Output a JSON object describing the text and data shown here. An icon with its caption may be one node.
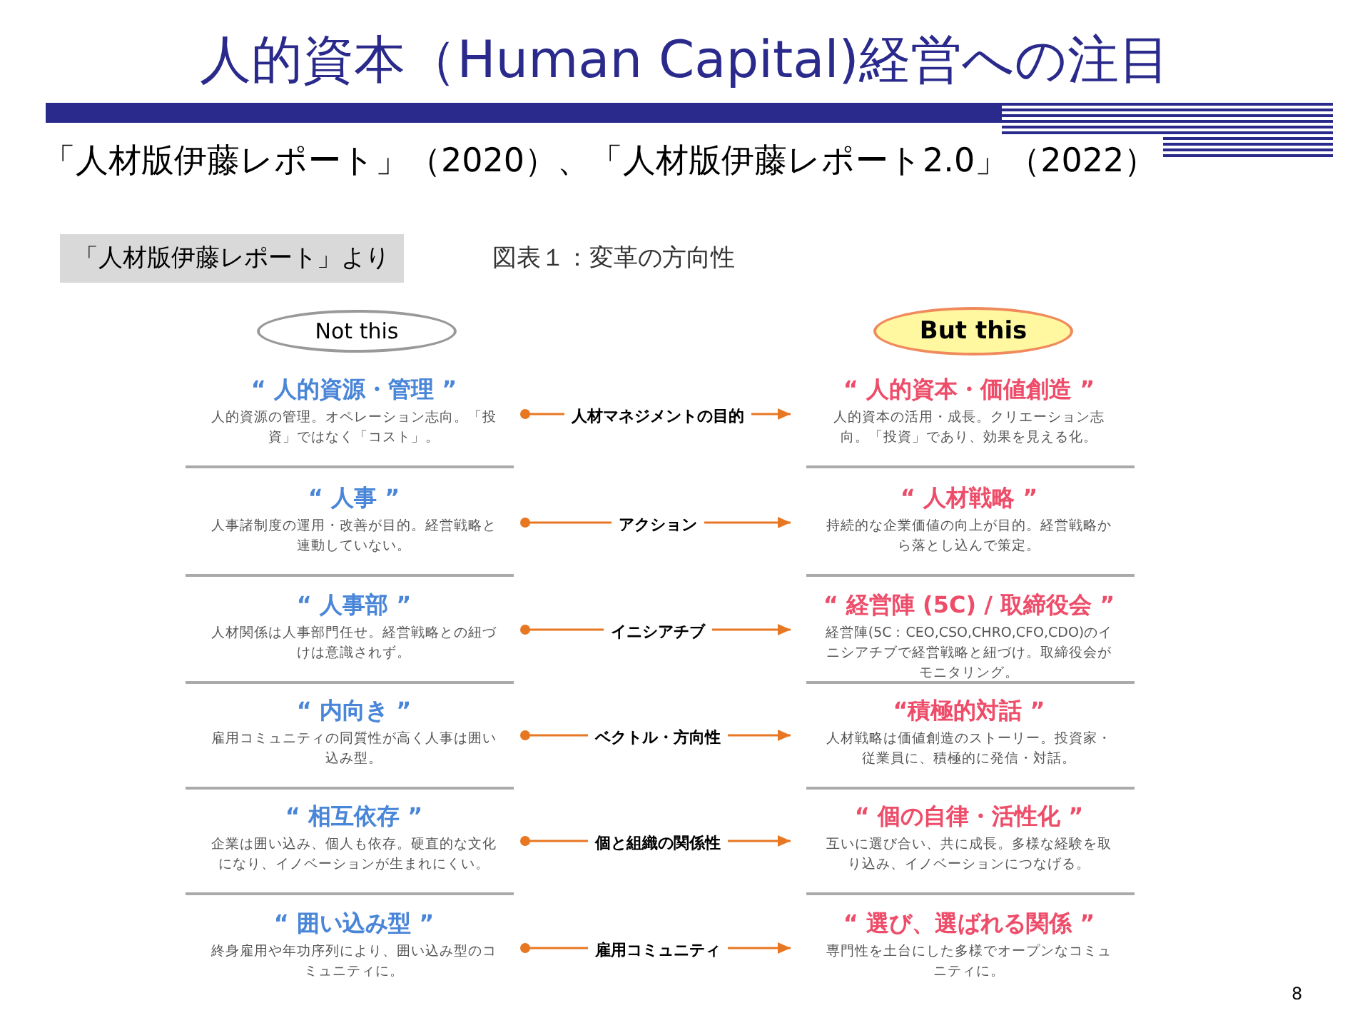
{
  "diagram": {
    "title": "人的資本（Human Capital)経営への注目",
    "nodes": [
      {
        "text": [
          "Not this"
        ]
      },
      {
        "text": [
          "But this"
        ]
      },
      {
        "text": [
          "“ 人的資源・管理 ”",
          "人的資源の管理。オペレーション志向。「投資」ではなく「コスト」。"
        ]
      },
      {
        "text": [
          "“ 人的資本・価値創造 ”",
          "人的資本の活用・成長。クリエーション志向。「投資」であり、効果を見える化。"
        ]
      },
      {
        "text": [
          "“ 人事 ”",
          "人事諸制度の運用・改善が目的。経営戦略と連動していない。"
        ]
      },
      {
        "text": [
          "“ 人材戦略 ”",
          "持続的な企業価値の向上が目的。経営戦略から落とし込んで策定。"
        ]
      },
      {
        "text": [
          "“ 人事部 ”",
          "人材関係は人事部門任せ。経営戦略との紐づけは意識されず。"
        ]
      },
      {
        "text": [
          "“ 経営陣 (5C) / 取締役会 ”",
          "経営陣(5C：CEO,CSO,CHRO,CFO,CDO)のイニシアチブで経営戦略と紐づけ。取締役会がモニタリング。"
        ]
      },
      {
        "text": [
          "“ 内向き ”",
          "雇用コミュニティの同質性が高く人事は囲い込み型。"
        ]
      },
      {
        "text": [
          "“積極的対話 ”",
          "人材戦略は価値創造のストーリー。投資家・従業員に、積極的に発信・対話。"
        ]
      },
      {
        "text": [
          "“ 相互依存 ”",
          "企業は囲い込み、個人も依存。硬直的な文化になり、イノベーションが生まれにくい。"
        ]
      },
      {
        "text": [
          "“ 個の自律・活性化 ”",
          "互いに選び合い、共に成長。多様な経験を取り込み、イノベーションにつなげる。"
        ]
      },
      {
        "text": [
          "“ 囲い込み型 ”",
          "終身雇用や年功序列により、囲い込み型のコミュニティに。"
        ]
      },
      {
        "text": [
          "“ 選び、選ばれる関係 ”",
          "専門性を土台にした多様でオープンなコミュニティに。"
        ]
      }
    ],
    "edges": [
      {
        "from": 2,
        "to": 3,
        "arrow": "to",
        "label": "人材マネジメントの目的"
      },
      {
        "from": 4,
        "to": 5,
        "arrow": "to",
        "label": "アクション"
      },
      {
        "from": 6,
        "to": 7,
        "arrow": "to",
        "label": "イニシアチブ"
      },
      {
        "from": 8,
        "to": 9,
        "arrow": "to",
        "label": "ベクトル・方向性"
      },
      {
        "from": 10,
        "to": 11,
        "arrow": "to",
        "label": "個と組織の関係性"
      },
      {
        "from": 12,
        "to": 13,
        "arrow": "to",
        "label": "雇用コミュニティ"
      }
    ],
    "labels": [
      "「人材版伊藤レポート」（2020）、「人材版伊藤レポート2.0」（2022）",
      "「人材版伊藤レポート」より",
      "図表１：変革の方向性",
      "8"
    ]
  }
}
